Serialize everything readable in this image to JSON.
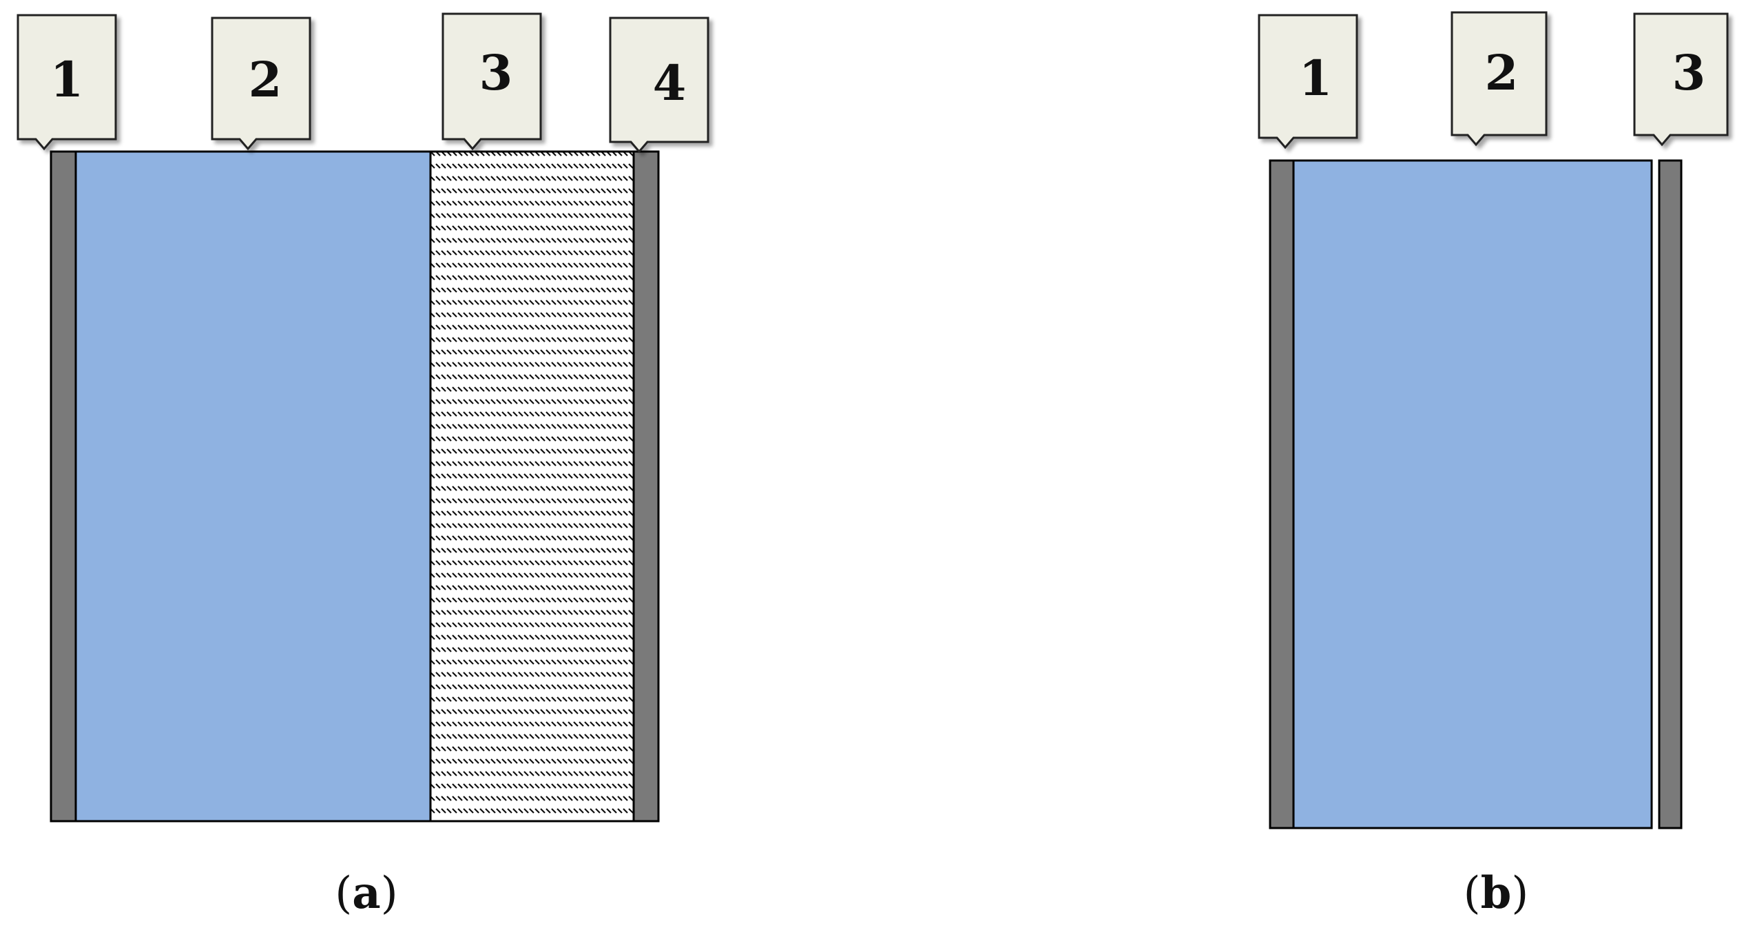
{
  "colors": {
    "water_layer": "#8FB2E1",
    "electrode": "#7A7A7A",
    "callout_fill": "#EEEEE4",
    "outline": "#000000"
  },
  "diagram_a": {
    "caption_letter": "a",
    "callouts": [
      "1",
      "2",
      "3",
      "4"
    ],
    "layers": [
      "electrode",
      "water",
      "hatched-layer",
      "electrode"
    ]
  },
  "diagram_b": {
    "caption_letter": "b",
    "callouts": [
      "1",
      "2",
      "3"
    ],
    "layers": [
      "electrode",
      "water",
      "electrode"
    ]
  }
}
